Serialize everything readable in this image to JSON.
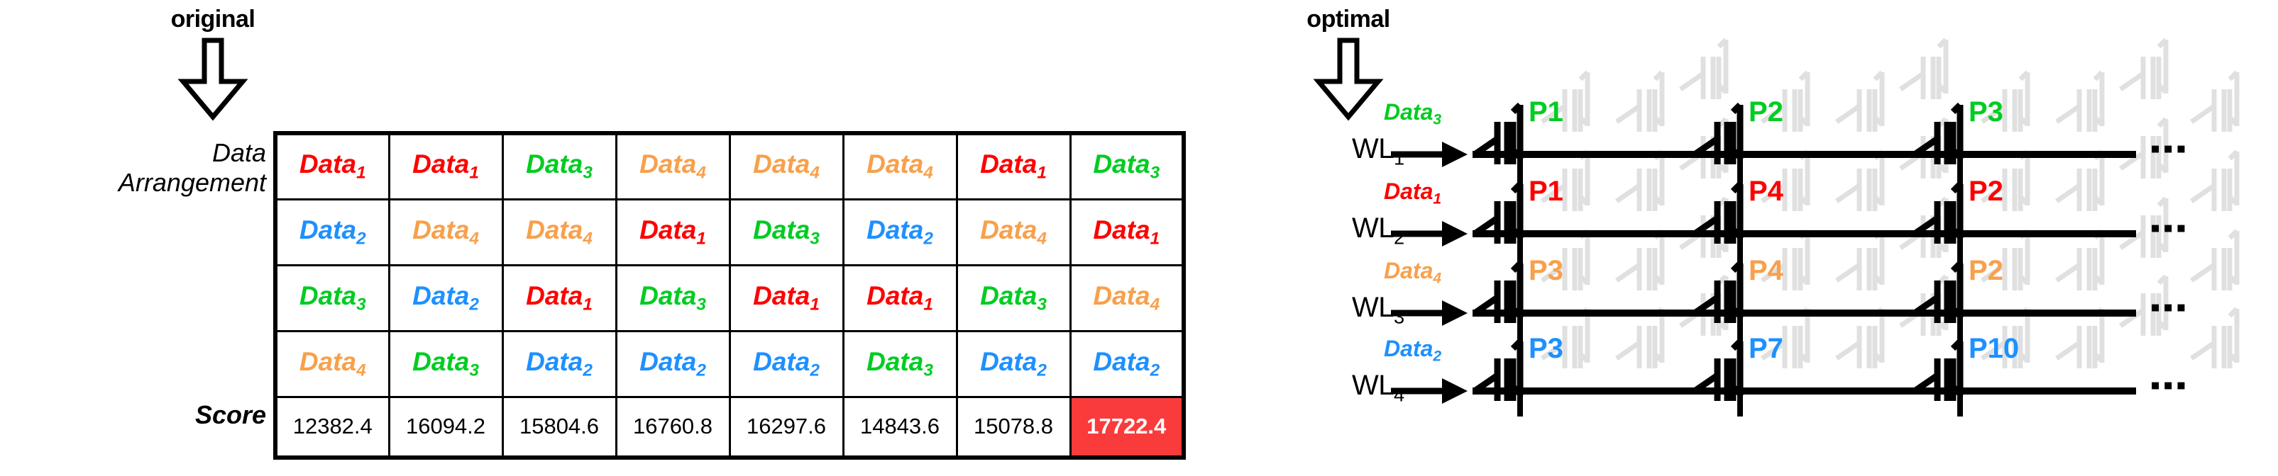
{
  "callouts": {
    "original": {
      "label": "original",
      "icon": "down-arrow-outline-icon"
    },
    "optimal": {
      "label": "optimal",
      "icon": "down-arrow-outline-icon"
    }
  },
  "row_labels": {
    "arrangement_line1": "Data",
    "arrangement_line2": "Arrangement",
    "score": "Score"
  },
  "colors": {
    "data1": "#ff0000",
    "data2": "#1e90ff",
    "data3": "#00cc22",
    "data4": "#f8a04c",
    "highlight_bg": "#fa3b3b",
    "highlight_fg": "#ffffff",
    "line": "#000000",
    "ghost": "#e0e0e0"
  },
  "table": {
    "columns": 8,
    "rows": [
      [
        {
          "base": "Data",
          "sub": "1",
          "color_key": "data1"
        },
        {
          "base": "Data",
          "sub": "1",
          "color_key": "data1"
        },
        {
          "base": "Data",
          "sub": "3",
          "color_key": "data3"
        },
        {
          "base": "Data",
          "sub": "4",
          "color_key": "data4"
        },
        {
          "base": "Data",
          "sub": "4",
          "color_key": "data4"
        },
        {
          "base": "Data",
          "sub": "4",
          "color_key": "data4"
        },
        {
          "base": "Data",
          "sub": "1",
          "color_key": "data1"
        },
        {
          "base": "Data",
          "sub": "3",
          "color_key": "data3"
        }
      ],
      [
        {
          "base": "Data",
          "sub": "2",
          "color_key": "data2"
        },
        {
          "base": "Data",
          "sub": "4",
          "color_key": "data4"
        },
        {
          "base": "Data",
          "sub": "4",
          "color_key": "data4"
        },
        {
          "base": "Data",
          "sub": "1",
          "color_key": "data1"
        },
        {
          "base": "Data",
          "sub": "3",
          "color_key": "data3"
        },
        {
          "base": "Data",
          "sub": "2",
          "color_key": "data2"
        },
        {
          "base": "Data",
          "sub": "4",
          "color_key": "data4"
        },
        {
          "base": "Data",
          "sub": "1",
          "color_key": "data1"
        }
      ],
      [
        {
          "base": "Data",
          "sub": "3",
          "color_key": "data3"
        },
        {
          "base": "Data",
          "sub": "2",
          "color_key": "data2"
        },
        {
          "base": "Data",
          "sub": "1",
          "color_key": "data1"
        },
        {
          "base": "Data",
          "sub": "3",
          "color_key": "data3"
        },
        {
          "base": "Data",
          "sub": "1",
          "color_key": "data1"
        },
        {
          "base": "Data",
          "sub": "1",
          "color_key": "data1"
        },
        {
          "base": "Data",
          "sub": "3",
          "color_key": "data3"
        },
        {
          "base": "Data",
          "sub": "4",
          "color_key": "data4"
        }
      ],
      [
        {
          "base": "Data",
          "sub": "4",
          "color_key": "data4"
        },
        {
          "base": "Data",
          "sub": "3",
          "color_key": "data3"
        },
        {
          "base": "Data",
          "sub": "2",
          "color_key": "data2"
        },
        {
          "base": "Data",
          "sub": "2",
          "color_key": "data2"
        },
        {
          "base": "Data",
          "sub": "2",
          "color_key": "data2"
        },
        {
          "base": "Data",
          "sub": "3",
          "color_key": "data3"
        },
        {
          "base": "Data",
          "sub": "2",
          "color_key": "data2"
        },
        {
          "base": "Data",
          "sub": "2",
          "color_key": "data2"
        }
      ]
    ],
    "scores": [
      {
        "value": "12382.4",
        "highlight": false
      },
      {
        "value": "16094.2",
        "highlight": false
      },
      {
        "value": "15804.6",
        "highlight": false
      },
      {
        "value": "16760.8",
        "highlight": false
      },
      {
        "value": "16297.6",
        "highlight": false
      },
      {
        "value": "14843.6",
        "highlight": false
      },
      {
        "value": "15078.8",
        "highlight": false
      },
      {
        "value": "17722.4",
        "highlight": true
      }
    ]
  },
  "array": {
    "wordlines": [
      {
        "label_base": "WL",
        "label_sub": "1",
        "data_tag": {
          "base": "Data",
          "sub": "3",
          "color_key": "data3"
        },
        "cells": [
          {
            "p": "P1",
            "color_key": "data3"
          },
          {
            "p": "P2",
            "color_key": "data3"
          },
          {
            "p": "P3",
            "color_key": "data3"
          }
        ],
        "ellipsis": "▪▪▪"
      },
      {
        "label_base": "WL",
        "label_sub": "2",
        "data_tag": {
          "base": "Data",
          "sub": "1",
          "color_key": "data1"
        },
        "cells": [
          {
            "p": "P1",
            "color_key": "data1"
          },
          {
            "p": "P4",
            "color_key": "data1"
          },
          {
            "p": "P2",
            "color_key": "data1"
          }
        ],
        "ellipsis": "▪▪▪"
      },
      {
        "label_base": "WL",
        "label_sub": "3",
        "data_tag": {
          "base": "Data",
          "sub": "4",
          "color_key": "data4"
        },
        "cells": [
          {
            "p": "P3",
            "color_key": "data4"
          },
          {
            "p": "P4",
            "color_key": "data4"
          },
          {
            "p": "P2",
            "color_key": "data4"
          }
        ],
        "ellipsis": "▪▪▪"
      },
      {
        "label_base": "WL",
        "label_sub": "4",
        "data_tag": {
          "base": "Data",
          "sub": "2",
          "color_key": "data2"
        },
        "cells": [
          {
            "p": "P3",
            "color_key": "data2"
          },
          {
            "p": "P7",
            "color_key": "data2"
          },
          {
            "p": "P10",
            "color_key": "data2"
          }
        ],
        "ellipsis": "▪▪▪"
      }
    ]
  }
}
